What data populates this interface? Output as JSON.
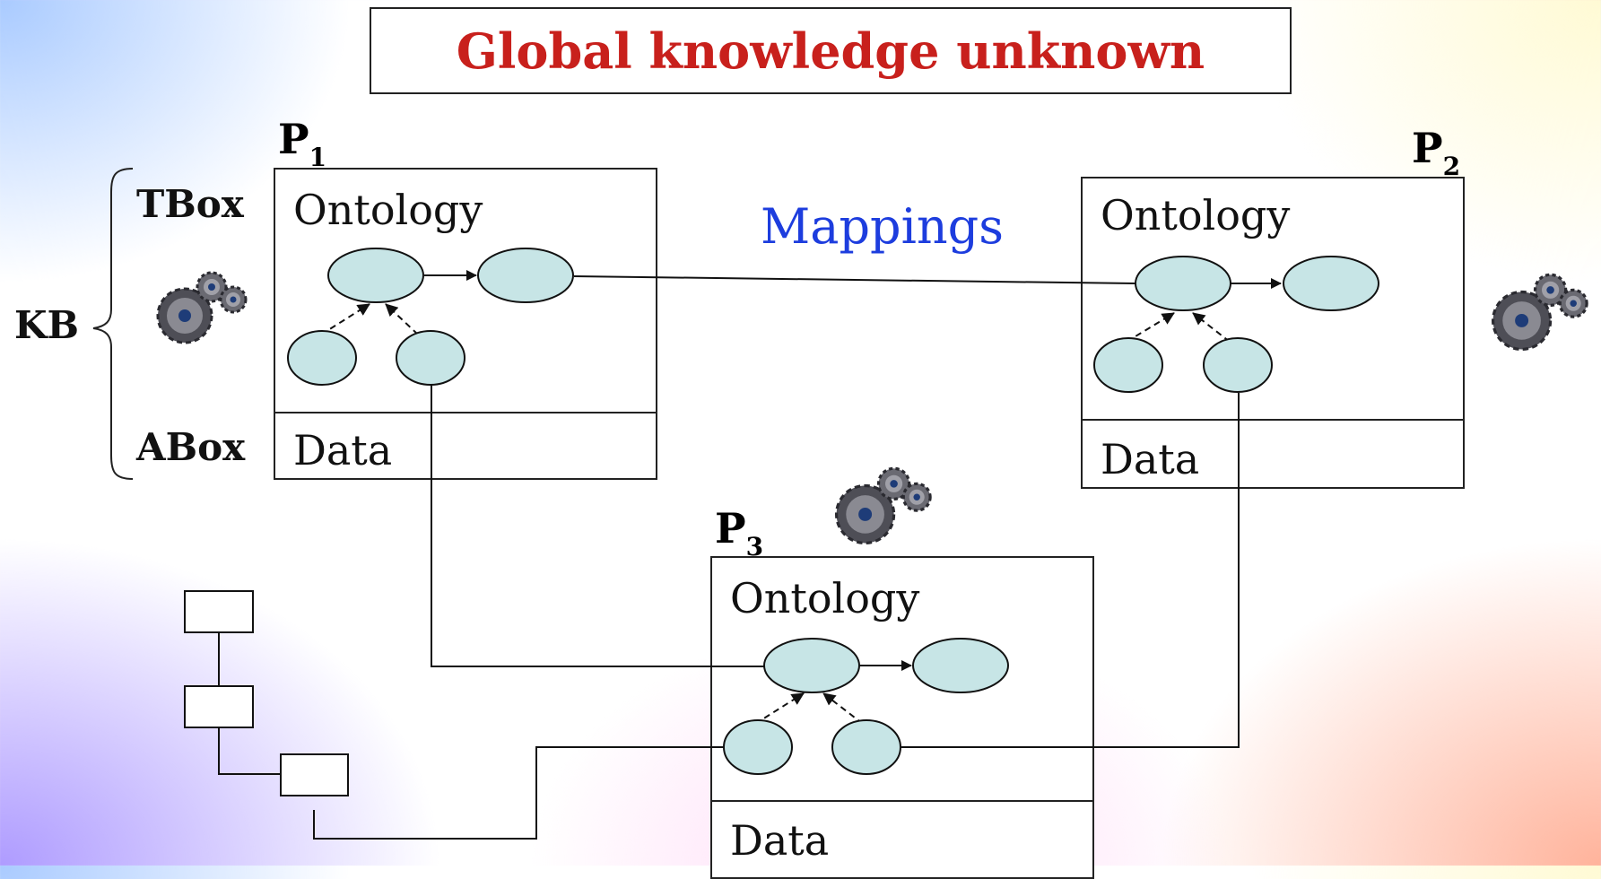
{
  "title": "Global knowledge unknown",
  "kb": {
    "label": "KB",
    "tbox": "TBox",
    "abox": "ABox"
  },
  "mappings_label": "Mappings",
  "peers": [
    {
      "name": "P",
      "index": "1",
      "ontology_label": "Ontology",
      "data_label": "Data"
    },
    {
      "name": "P",
      "index": "2",
      "ontology_label": "Ontology",
      "data_label": "Data"
    },
    {
      "name": "P",
      "index": "3",
      "ontology_label": "Ontology",
      "data_label": "Data"
    }
  ],
  "colors": {
    "title": "#c8201c",
    "mappings": "#1d3dde",
    "node_fill": "#c7e5e6",
    "line": "#111111",
    "gear": "#555555"
  },
  "icons": [
    "gears-icon",
    "gears-icon",
    "gears-icon",
    "hierarchy-icon"
  ]
}
